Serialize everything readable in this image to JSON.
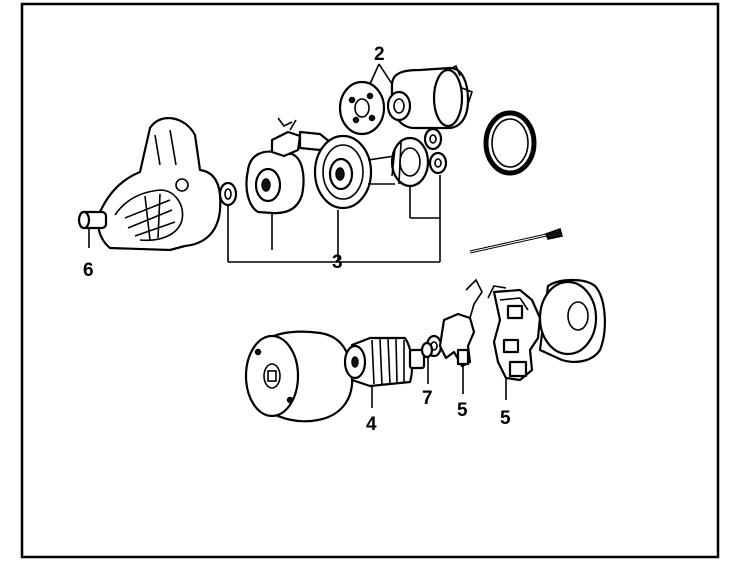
{
  "callouts": {
    "c2": "2",
    "c3": "3",
    "c4": "4",
    "c5a": "5",
    "c5b": "5",
    "c6": "6",
    "c7": "7"
  }
}
